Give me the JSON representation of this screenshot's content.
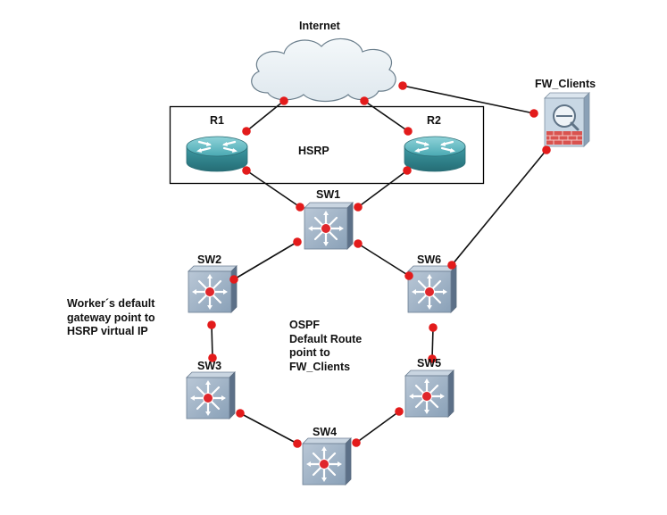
{
  "nodes": {
    "internet": {
      "label": "Internet"
    },
    "r1": {
      "label": "R1"
    },
    "r2": {
      "label": "R2"
    },
    "fw": {
      "label": "FW_Clients"
    },
    "sw1": {
      "label": "SW1"
    },
    "sw2": {
      "label": "SW2"
    },
    "sw3": {
      "label": "SW3"
    },
    "sw4": {
      "label": "SW4"
    },
    "sw5": {
      "label": "SW5"
    },
    "sw6": {
      "label": "SW6"
    }
  },
  "groups": {
    "hsrp": {
      "label": "HSRP"
    }
  },
  "notes": {
    "worker": [
      "Worker´s default",
      "gateway point to",
      "HSRP virtual IP"
    ],
    "ospf": [
      "OSPF",
      "Default Route",
      "point to",
      "FW_Clients"
    ]
  },
  "links": [
    [
      "internet",
      "r1"
    ],
    [
      "internet",
      "r2"
    ],
    [
      "internet",
      "fw"
    ],
    [
      "r1",
      "sw1"
    ],
    [
      "r2",
      "sw1"
    ],
    [
      "sw1",
      "sw2"
    ],
    [
      "sw1",
      "sw6"
    ],
    [
      "sw2",
      "sw3"
    ],
    [
      "sw3",
      "sw4"
    ],
    [
      "sw4",
      "sw5"
    ],
    [
      "sw5",
      "sw6"
    ],
    [
      "sw6",
      "fw"
    ]
  ],
  "colors": {
    "link": "#111111",
    "port": "#e31b1b",
    "cloud": "#e6eef2",
    "router": "#3f9aa3",
    "switch": "#6e88a3",
    "firewall": "#c8d7e4",
    "firewall_brick": "#d9534f"
  }
}
